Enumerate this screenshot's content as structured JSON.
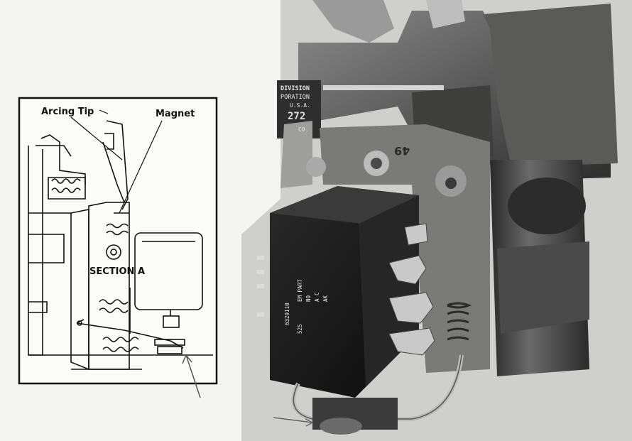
{
  "diagram": {
    "labels": {
      "arcing_tip": "Arcing Tip",
      "magnet": "Magnet",
      "section": "SECTION A"
    }
  },
  "photo": {
    "nameplate": {
      "line1": "DIVISION",
      "line2": "PORATION",
      "line3": "U.S.A.",
      "number": "272",
      "line5": "CO."
    },
    "relay_marks": {
      "col1": "EM PART",
      "col2": "NO",
      "col3": "A C",
      "col4": "AK",
      "col5": "6329110",
      "col6": "525"
    },
    "casting_mark": "49"
  },
  "colors": {
    "paper": "#f4f4f2",
    "ink": "#111111",
    "metal_dark": "#3a3a3a",
    "metal_mid": "#6e6e6e",
    "metal_light": "#b5b5b5",
    "relay_black": "#1c1c1c"
  }
}
